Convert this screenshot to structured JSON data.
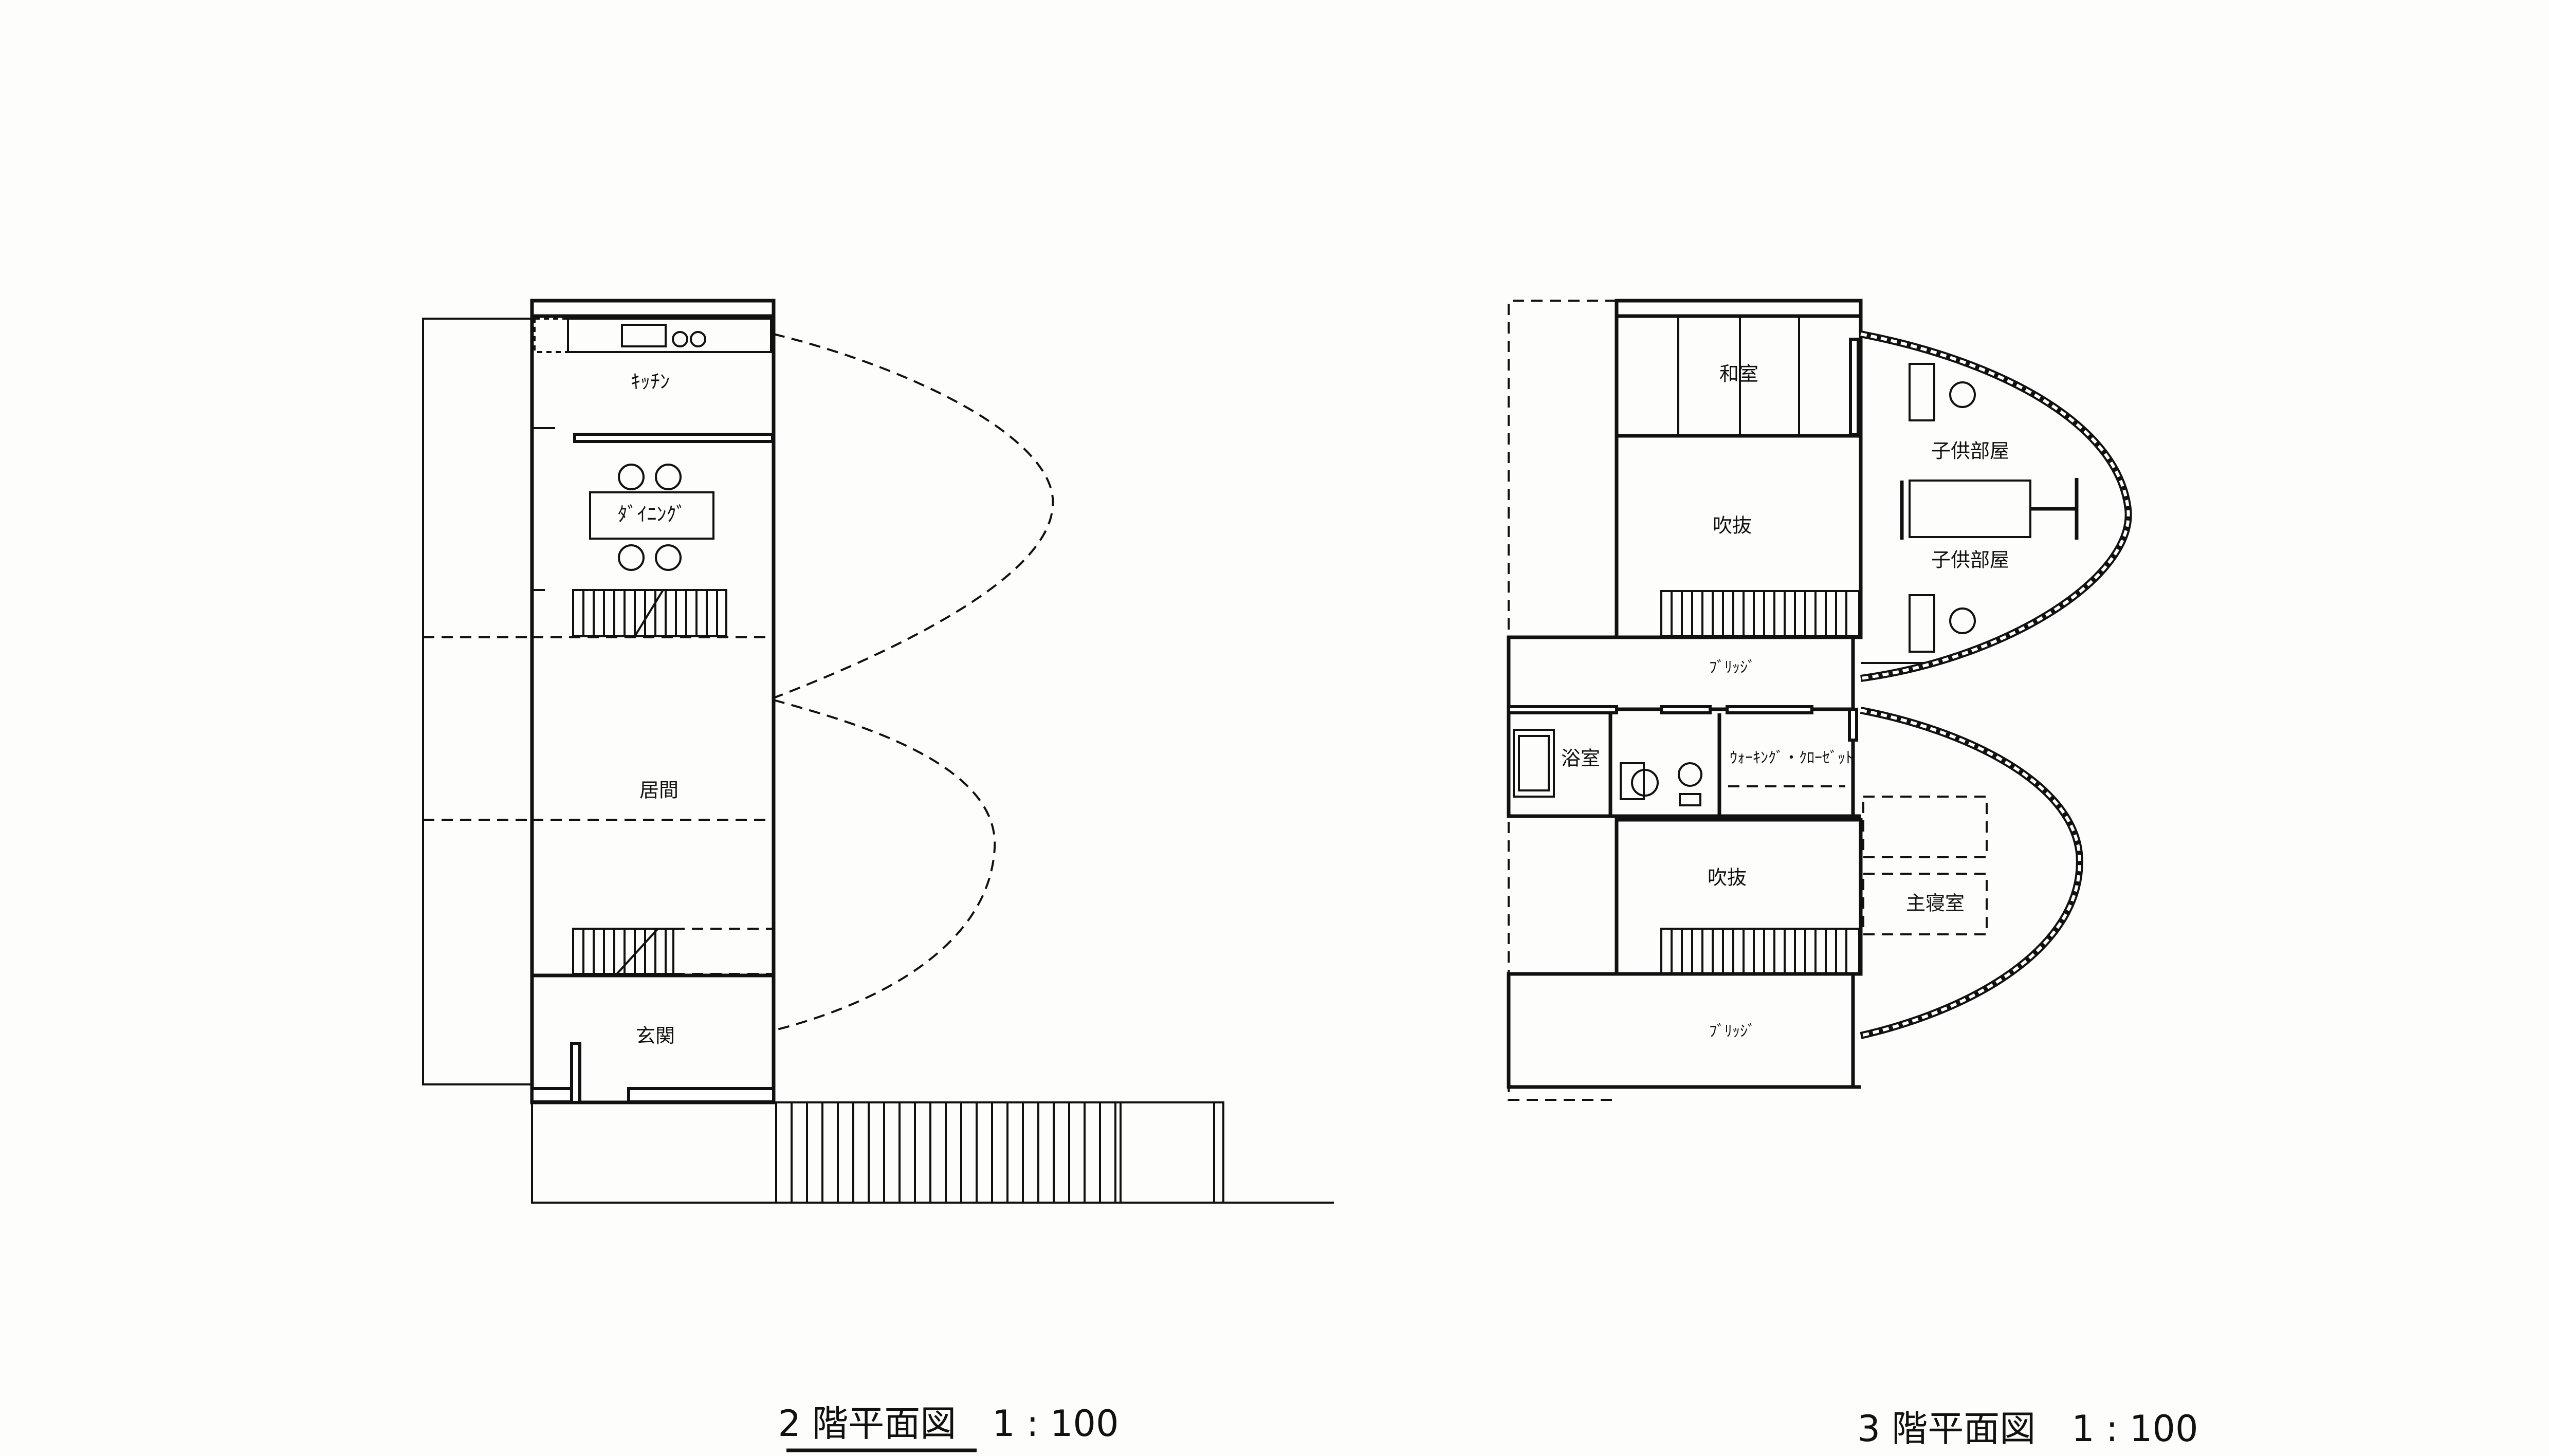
{
  "floor2": {
    "caption": "2 階平面図　1 : 100",
    "rooms": {
      "kitchen": "ｷｯﾁﾝ",
      "dining": "ﾀﾞｲﾆﾝｸﾞ",
      "living": "居間",
      "entrance": "玄関"
    }
  },
  "floor3": {
    "caption": "3 階平面図　1 : 100",
    "rooms": {
      "washitsu": "和室",
      "void_upper": "吹抜",
      "child_room_1": "子供部屋",
      "child_room_2": "子供部屋",
      "bridge_upper": "ﾌﾞﾘｯｼﾞ",
      "bath": "浴室",
      "closet": "ｳｫｰｷﾝｸﾞ・ｸﾛｰｾﾞｯﾄ",
      "void_lower": "吹抜",
      "master_bedroom": "主寝室",
      "bridge_lower": "ﾌﾞﾘｯｼﾞ"
    }
  }
}
